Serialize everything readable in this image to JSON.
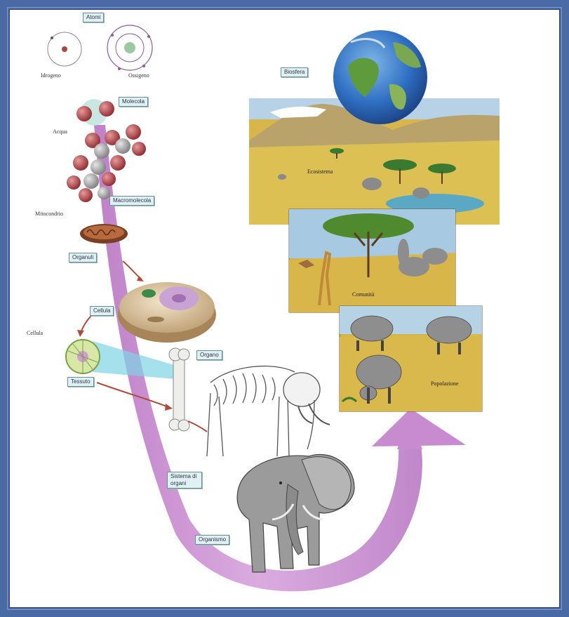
{
  "labels": {
    "atomi": "Atomi",
    "idrogeno": "Idrogeno",
    "ossigeno": "Ossigeno",
    "molecola": "Molecola",
    "acqua": "Acqua",
    "macromolecola": "Macromolecola",
    "mitocondrio": "Mitocondrio",
    "organuli": "Organuli",
    "cellula_box": "Cellula",
    "cellula_plain": "Cellula",
    "tessuto": "Tessuto",
    "organo": "Organo",
    "sistema_organi": "Sistema di organi",
    "organismo": "Organismo",
    "popolazione": "Popolazione",
    "comunita": "Comunità",
    "ecosistema": "Ecosistema",
    "biosfera": "Biosfera"
  },
  "colors": {
    "arrow": "#c78bcf",
    "frame": "#4a6aa6",
    "label_bg": "#dff1f4",
    "savanna": "#d9b84a",
    "sky": "#9ec6df",
    "ocean": "#2f6fc2",
    "land": "#5a9a3a"
  }
}
